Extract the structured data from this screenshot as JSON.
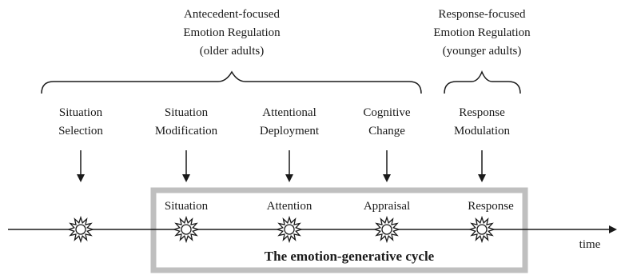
{
  "groups": {
    "antecedent": {
      "line1": "Antecedent-focused",
      "line2": "Emotion Regulation",
      "line3": "(older adults)"
    },
    "response": {
      "line1": "Response-focused",
      "line2": "Emotion Regulation",
      "line3": "(younger adults)"
    }
  },
  "strategies": [
    {
      "line1": "Situation",
      "line2": "Selection"
    },
    {
      "line1": "Situation",
      "line2": "Modification"
    },
    {
      "line1": "Attentional",
      "line2": "Deployment"
    },
    {
      "line1": "Cognitive",
      "line2": "Change"
    },
    {
      "line1": "Response",
      "line2": "Modulation"
    }
  ],
  "cycle": {
    "title": "The emotion-generative cycle",
    "stages": [
      "Situation",
      "Attention",
      "Appraisal",
      "Response"
    ]
  },
  "axis": {
    "label": "time"
  }
}
